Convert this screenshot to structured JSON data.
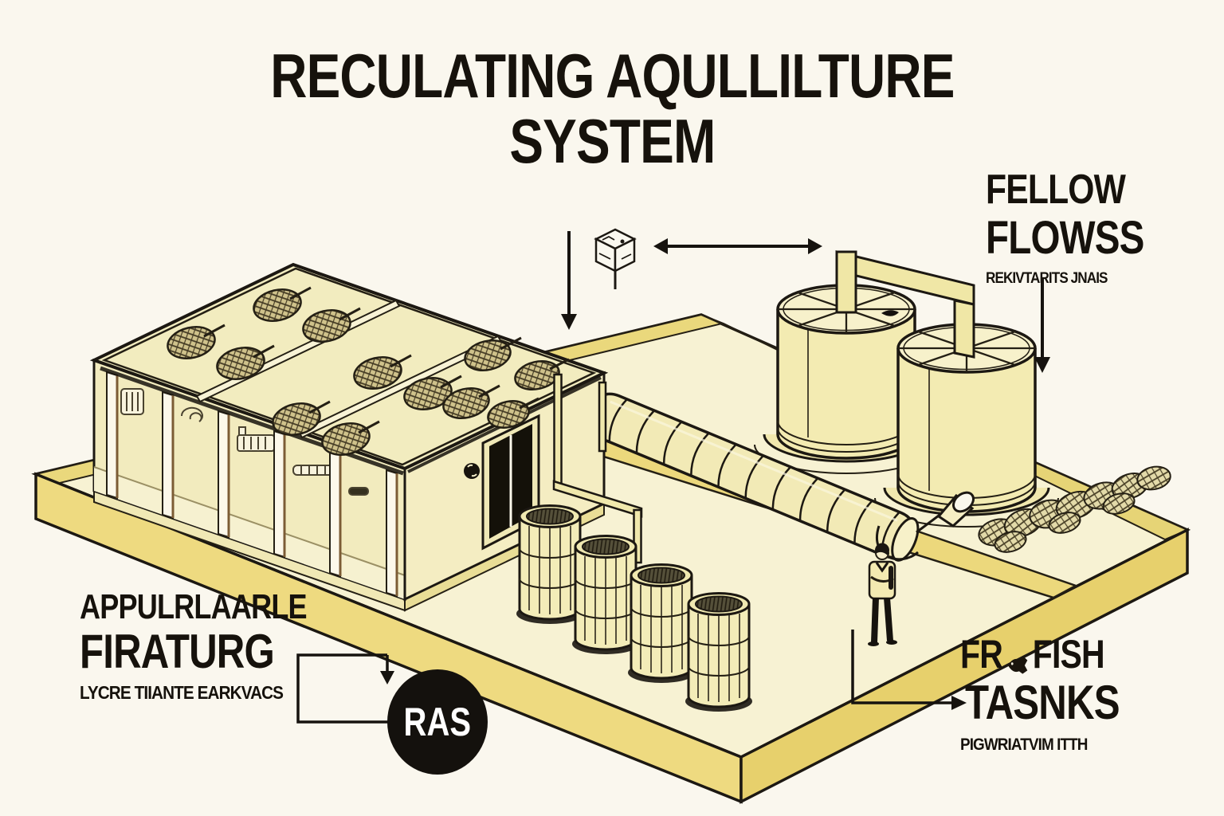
{
  "title": {
    "line1": "RECULATING AQULLILTURE",
    "line2": "SYSTEM"
  },
  "annotations": {
    "flow": {
      "heading1": "FELLOW",
      "heading2": "FLOWSS",
      "subtext": "REKIVTARITS JNAIS"
    },
    "filter": {
      "heading1": "APPULRLAARLE",
      "heading2": "FIRATURG",
      "subtext": "LYCRE TIIANTE EARKVACS"
    },
    "ras": {
      "label": "RAS"
    },
    "fish": {
      "heading1_pre": "FR",
      "heading1_post": "FISH",
      "heading2": "TASNKS",
      "subtext": "PIGWRIATVIM ITTH"
    }
  },
  "icons": {
    "fish_marker": "fish-scribble",
    "process_cube": "isometric-cube",
    "flow_arrows": "down-and-double-headed-arrows"
  },
  "colors": {
    "background": "#faf7ee",
    "ink": "#1c1812",
    "platform_top": "#f7f2d3",
    "platform_side": "#ecd97f",
    "platform_side_dark": "#e7d06c",
    "structure_fill": "#f3ecc0",
    "accent_band": "#ead87c",
    "ras_badge": "#14110d",
    "ras_text": "#ffffff"
  },
  "diagram": {
    "type": "isometric-illustration",
    "subject": "recirculating aquaculture system facility",
    "components": [
      "roof building with netted fish bundles",
      "four mesh filter barrels",
      "two segmented water tanks with overhead duct",
      "ribbed transfer pipe with funnel outlet",
      "worker figure",
      "rock row on platform edge",
      "process cube marker"
    ]
  }
}
